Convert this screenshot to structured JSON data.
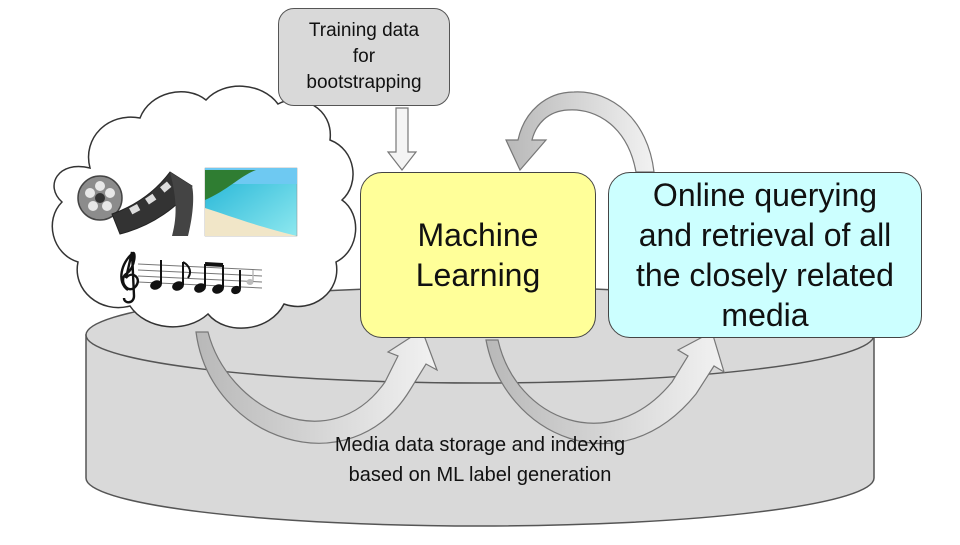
{
  "training_box": {
    "text": "Training data\nfor\nbootstrapping"
  },
  "ml_box": {
    "text": "Machine\nLearning"
  },
  "online_box": {
    "text": "Online querying\nand retrieval of all\nthe closely related\nmedia"
  },
  "storage": {
    "label": "Media data storage and indexing\nbased on ML label generation"
  },
  "media_cloud": {
    "icons": [
      "film-reel-icon",
      "film-strip-icon",
      "beach-photo-icon",
      "music-notes-icon"
    ]
  },
  "colors": {
    "cylinder": "#d9d9d9",
    "training_box": "#d9d9d9",
    "ml_box": "#ffff99",
    "online_box": "#ccffff",
    "arrow": "#e0e0e0",
    "outline": "#555555"
  }
}
